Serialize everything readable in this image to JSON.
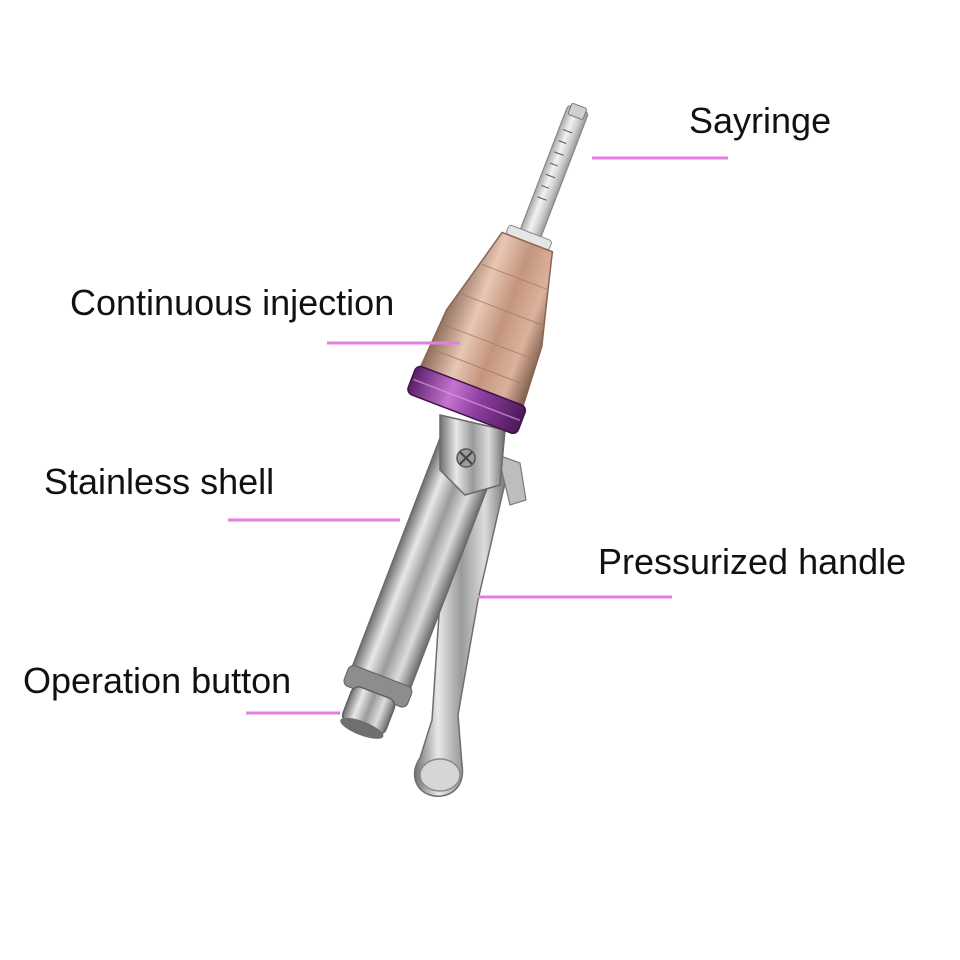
{
  "labels": {
    "syringe": "Sayringe",
    "continuous_injection": "Continuous injection",
    "stainless_shell": "Stainless shell",
    "pressurized_handle": "Pressurized handle",
    "operation_button": "Operation button"
  },
  "colors": {
    "leader_line": "#e27fe2",
    "label_text": "#111111",
    "rose_gold": "#c99a82",
    "purple_ring": "#8e3fa0",
    "steel": "#b8b8b8",
    "background": "#ffffff"
  }
}
